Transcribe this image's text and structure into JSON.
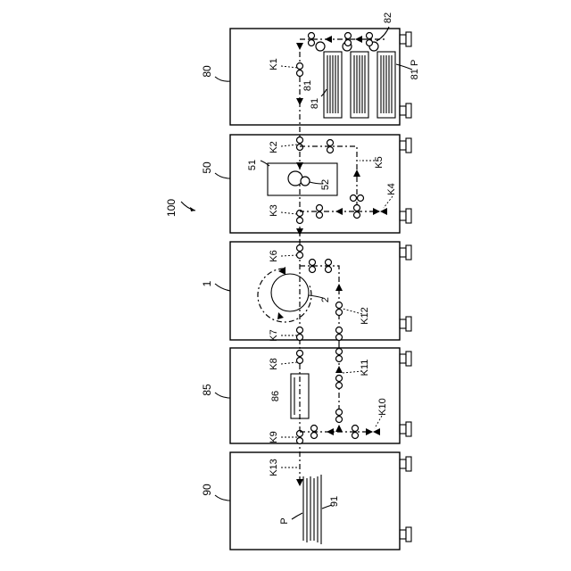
{
  "system_label": "100",
  "units": [
    {
      "label": "80"
    },
    {
      "label": "50"
    },
    {
      "label": "1"
    },
    {
      "label": "85"
    },
    {
      "label": "90"
    }
  ],
  "refs": {
    "r82": "82",
    "r81p": "81 P",
    "r81a": "81",
    "r81b": "81",
    "r51": "51",
    "r52": "52",
    "r2": "2",
    "r86": "86",
    "r91": "91",
    "rP": "P"
  },
  "path_labels": {
    "K1": "K1",
    "K2": "K2",
    "K3": "K3",
    "K4": "K4",
    "K5": "K5",
    "K6": "K6",
    "K7": "K7",
    "K8": "K8",
    "K9": "K9",
    "K10": "K10",
    "K11": "K11",
    "K12": "K12",
    "K13": "K13"
  }
}
